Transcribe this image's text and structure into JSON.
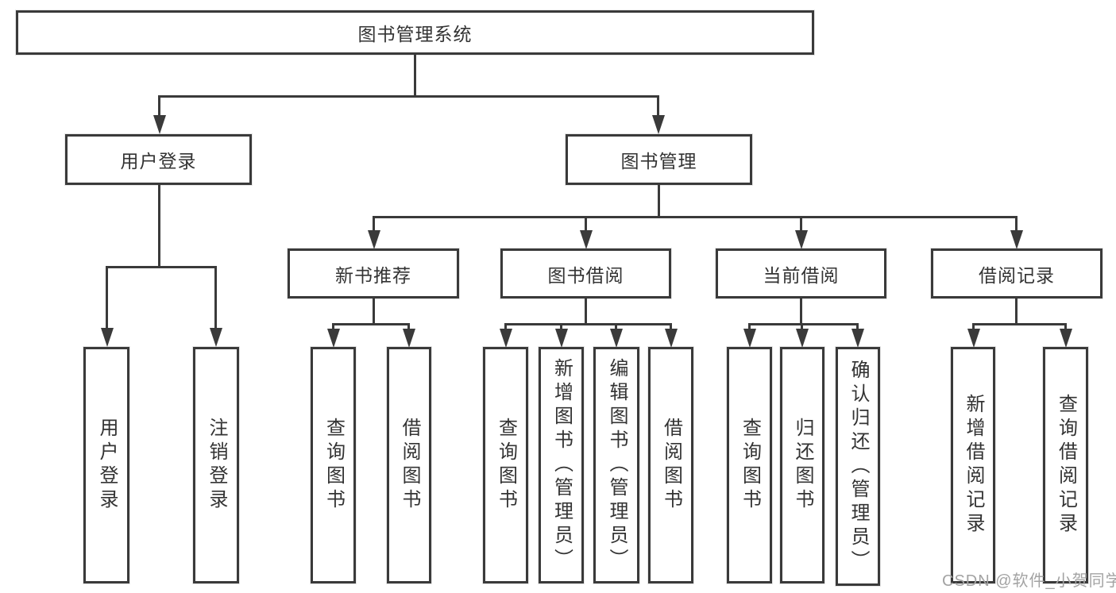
{
  "title": "图书管理系统",
  "level2": {
    "user_login": "用户登录",
    "book_mgmt": "图书管理"
  },
  "level3": {
    "new_books": "新书推荐",
    "borrow": "图书借阅",
    "current": "当前借阅",
    "records": "借阅记录"
  },
  "leaves": {
    "user_login": [
      "用户登录",
      "注销登录"
    ],
    "new_books": [
      "查询图书",
      "借阅图书"
    ],
    "borrow": [
      "查询图书",
      "新增图书（管理员）",
      "编辑图书（管理员）",
      "借阅图书"
    ],
    "current": [
      "查询图书",
      "归还图书",
      "确认归还（管理员）"
    ],
    "records": [
      "新增借阅记录",
      "查询借阅记录"
    ]
  },
  "watermark": "CSDN @软件_小贺同学",
  "colors": {
    "line": "#3a3a3a",
    "box_border": "#3a3a3a",
    "box_bg": "#ffffff",
    "text": "#333333",
    "watermark": "#a3a3a3",
    "background": "#ffffff"
  }
}
